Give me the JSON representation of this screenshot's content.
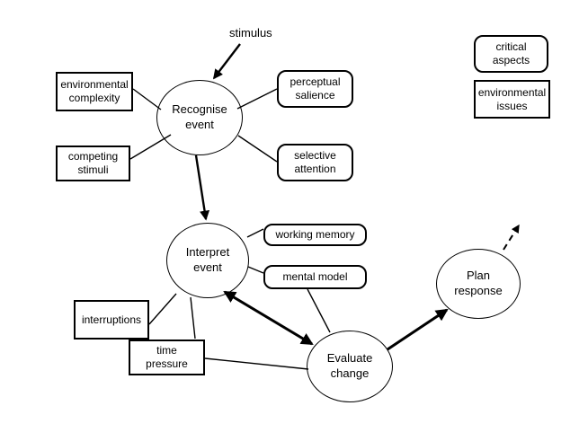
{
  "stimulus": {
    "label": "stimulus"
  },
  "nodes": {
    "recognise_event": {
      "line1": "Recognise",
      "line2": "event"
    },
    "interpret_event": {
      "line1": "Interpret",
      "line2": "event"
    },
    "evaluate_change": {
      "line1": "Evaluate",
      "line2": "change"
    },
    "plan_response": {
      "line1": "Plan",
      "line2": "response"
    }
  },
  "critical_aspects": {
    "perceptual_salience": {
      "line1": "perceptual",
      "line2": "salience"
    },
    "selective_attention": {
      "line1": "selective",
      "line2": "attention"
    },
    "working_memory": {
      "label": "working memory"
    },
    "mental_model": {
      "label": "mental model"
    }
  },
  "environmental_issues": {
    "environmental_complexity": {
      "line1": "environmental",
      "line2": "complexity"
    },
    "competing_stimuli": {
      "line1": "competing",
      "line2": "stimuli"
    },
    "interruptions": {
      "label": "interruptions"
    },
    "time_pressure": {
      "line1": "time",
      "line2": "pressure"
    }
  },
  "legend": {
    "critical_aspects": {
      "line1": "critical",
      "line2": "aspects"
    },
    "environmental_issues": {
      "line1": "environmental",
      "line2": "issues"
    }
  },
  "colors": {
    "ink": "#000000",
    "paper": "#ffffff"
  }
}
